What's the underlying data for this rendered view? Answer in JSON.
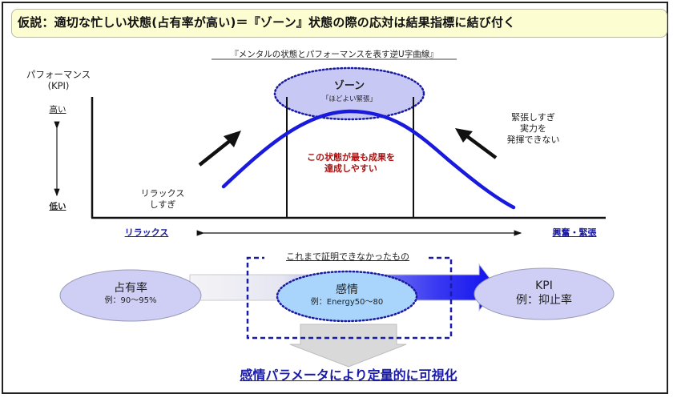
{
  "title": "仮説：適切な忙しい状態(占有率が高い)＝『ゾーン』状態の際の応対は結果指標に結び付く",
  "curve_chart": {
    "caption": "『メンタルの状態とパフォーマンスを表す逆U字曲線』",
    "y_axis": {
      "label_line1": "パフォーマンス",
      "label_line2": "(KPI)",
      "high": "高い",
      "low": "低い"
    },
    "x_axis": {
      "left": "リラックス",
      "right": "興奮・緊張"
    },
    "zone": {
      "title": "ゾーン",
      "subtitle": "「ほどよい緊張」"
    },
    "center_note_line1": "この状態が最も成果を",
    "center_note_line2": "達成しやすい",
    "left_note_line1": "リラックス",
    "left_note_line2": "しすぎ",
    "right_note_line1": "緊張しすぎ",
    "right_note_line2": "実力を",
    "right_note_line3": "発揮できない"
  },
  "flow": {
    "left_node": {
      "title": "占有率",
      "example": "例：90～95%"
    },
    "middle_box_label": "これまで証明できなかったもの",
    "middle_node": {
      "title": "感情",
      "example": "例：Energy50～80"
    },
    "right_node": {
      "title": "KPI",
      "example": "例：抑止率"
    },
    "conclusion": "感情パラメータにより定量的に可視化"
  },
  "colors": {
    "curve": "#1a1adc",
    "zone_fill": "#c8c8f4",
    "zone_border": "#1a1aa0",
    "emphasis_red": "#b01010",
    "axis_label_blue": "#1a1aa0",
    "node_fill": "#cfcff5",
    "emotion_fill": "#a9d4fb",
    "title_bg": "#fdfdd2"
  }
}
